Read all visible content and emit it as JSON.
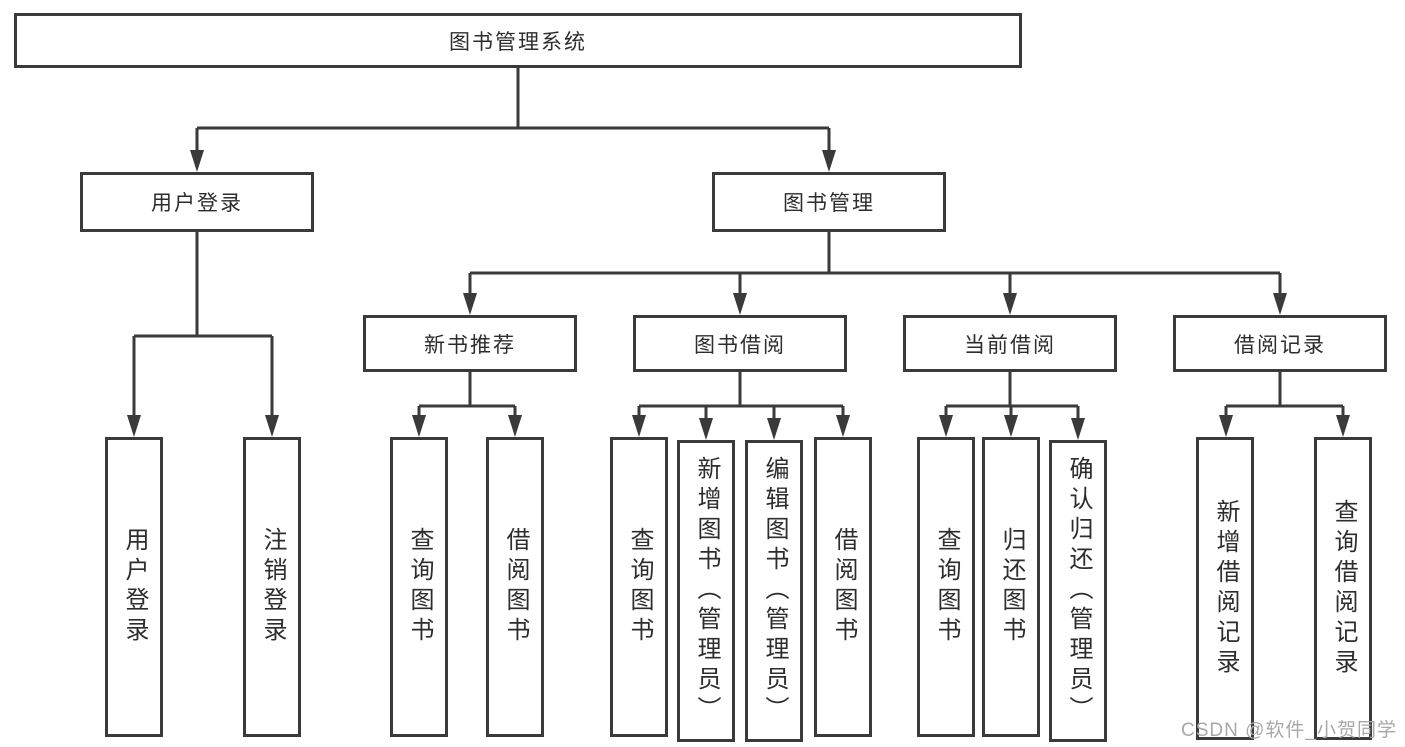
{
  "tree": {
    "root": {
      "label": "图书管理系统",
      "children": [
        {
          "label": "用户登录",
          "children": [
            {
              "label": "用户登录"
            },
            {
              "label": "注销登录"
            }
          ]
        },
        {
          "label": "图书管理",
          "children": [
            {
              "label": "新书推荐",
              "children": [
                {
                  "label": "查询图书"
                },
                {
                  "label": "借阅图书"
                }
              ]
            },
            {
              "label": "图书借阅",
              "children": [
                {
                  "label": "查询图书"
                },
                {
                  "label": "新增图书（管理员）"
                },
                {
                  "label": "编辑图书（管理员）"
                },
                {
                  "label": "借阅图书"
                }
              ]
            },
            {
              "label": "当前借阅",
              "children": [
                {
                  "label": "查询图书"
                },
                {
                  "label": "归还图书"
                },
                {
                  "label": "确认归还（管理员）"
                }
              ]
            },
            {
              "label": "借阅记录",
              "children": [
                {
                  "label": "新增借阅记录"
                },
                {
                  "label": "查询借阅记录"
                }
              ]
            }
          ]
        }
      ]
    }
  },
  "watermark": {
    "text": "CSDN @软件_小贺同学"
  },
  "colors": {
    "line": "#3a3a3a",
    "text": "#2d2d2d",
    "box_bg": "#ffffff",
    "watermark": "#a8a8a8"
  }
}
